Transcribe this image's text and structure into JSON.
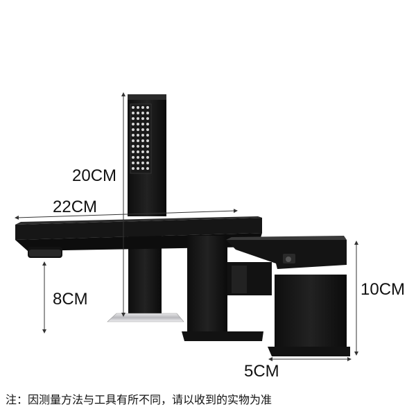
{
  "dimensions": {
    "handshower_height": "20CM",
    "spout_length": "22CM",
    "spout_height": "8CM",
    "valve_height": "10CM",
    "valve_width": "5CM"
  },
  "note": "注：因测量方法与工具有所不同，请以收到的实物为准",
  "colors": {
    "faucet_black": "#141414",
    "dimension_line": "#333333",
    "chrome": "#c8c8cc"
  },
  "icons": [
    "handshower",
    "spout",
    "mixer-valve",
    "lever-handle"
  ]
}
